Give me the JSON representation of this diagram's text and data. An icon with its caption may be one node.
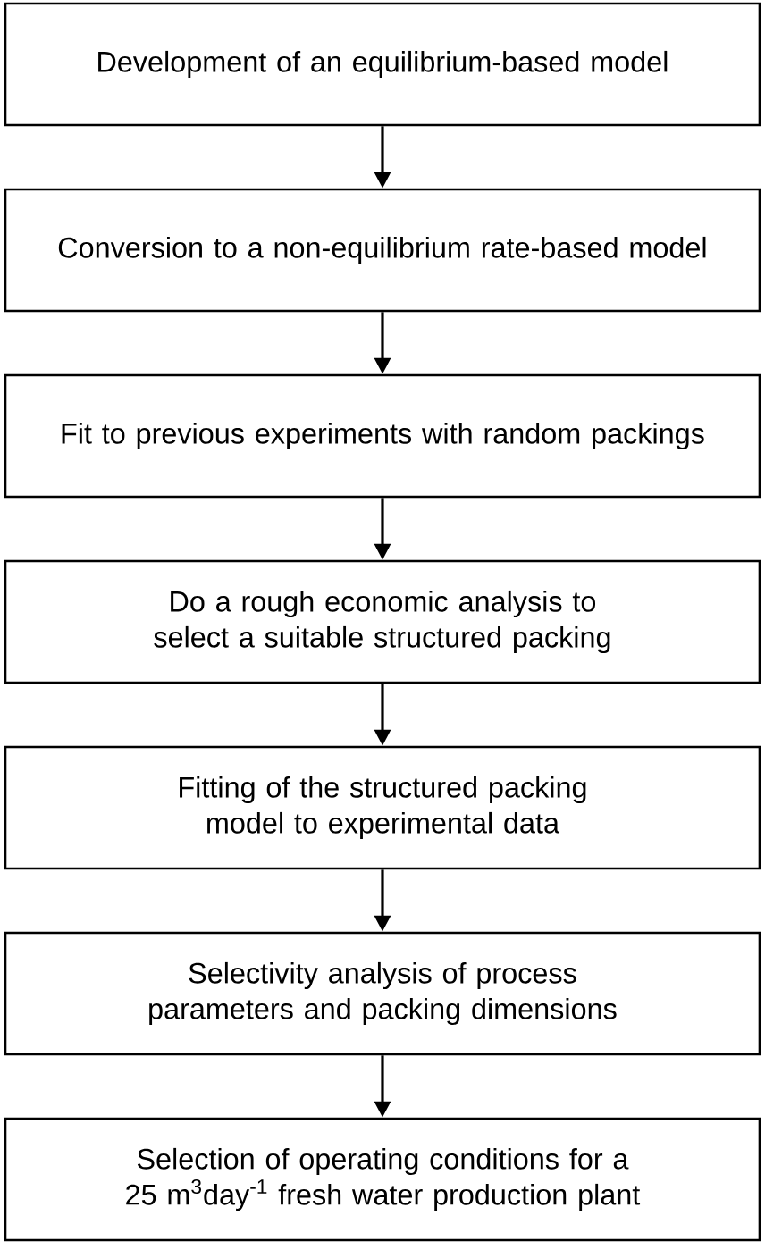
{
  "diagram": {
    "nodes": [
      {
        "text": [
          "Development of an equilibrium-based model"
        ]
      },
      {
        "text": [
          "Conversion to a non-equilibrium rate-based model"
        ]
      },
      {
        "text": [
          "Fit to previous experiments with random packings"
        ]
      },
      {
        "text": [
          "Do a rough economic analysis to select a suitable structured packing"
        ]
      },
      {
        "text": [
          "Fitting of the structured packing model to experimental data"
        ]
      },
      {
        "text": [
          "Selectivity analysis of process parameters and packing dimensions"
        ]
      },
      {
        "text": [
          "Selection of operating conditions for a 25 m$^{3}$day$^{-1}$ fresh water production plant"
        ]
      }
    ],
    "edges": [
      {
        "from": 0,
        "to": 1,
        "arrow": "to"
      },
      {
        "from": 1,
        "to": 2,
        "arrow": "to"
      },
      {
        "from": 2,
        "to": 3,
        "arrow": "to"
      },
      {
        "from": 3,
        "to": 4,
        "arrow": "to"
      },
      {
        "from": 4,
        "to": 5,
        "arrow": "to"
      },
      {
        "from": 5,
        "to": 6,
        "arrow": "to"
      }
    ]
  }
}
